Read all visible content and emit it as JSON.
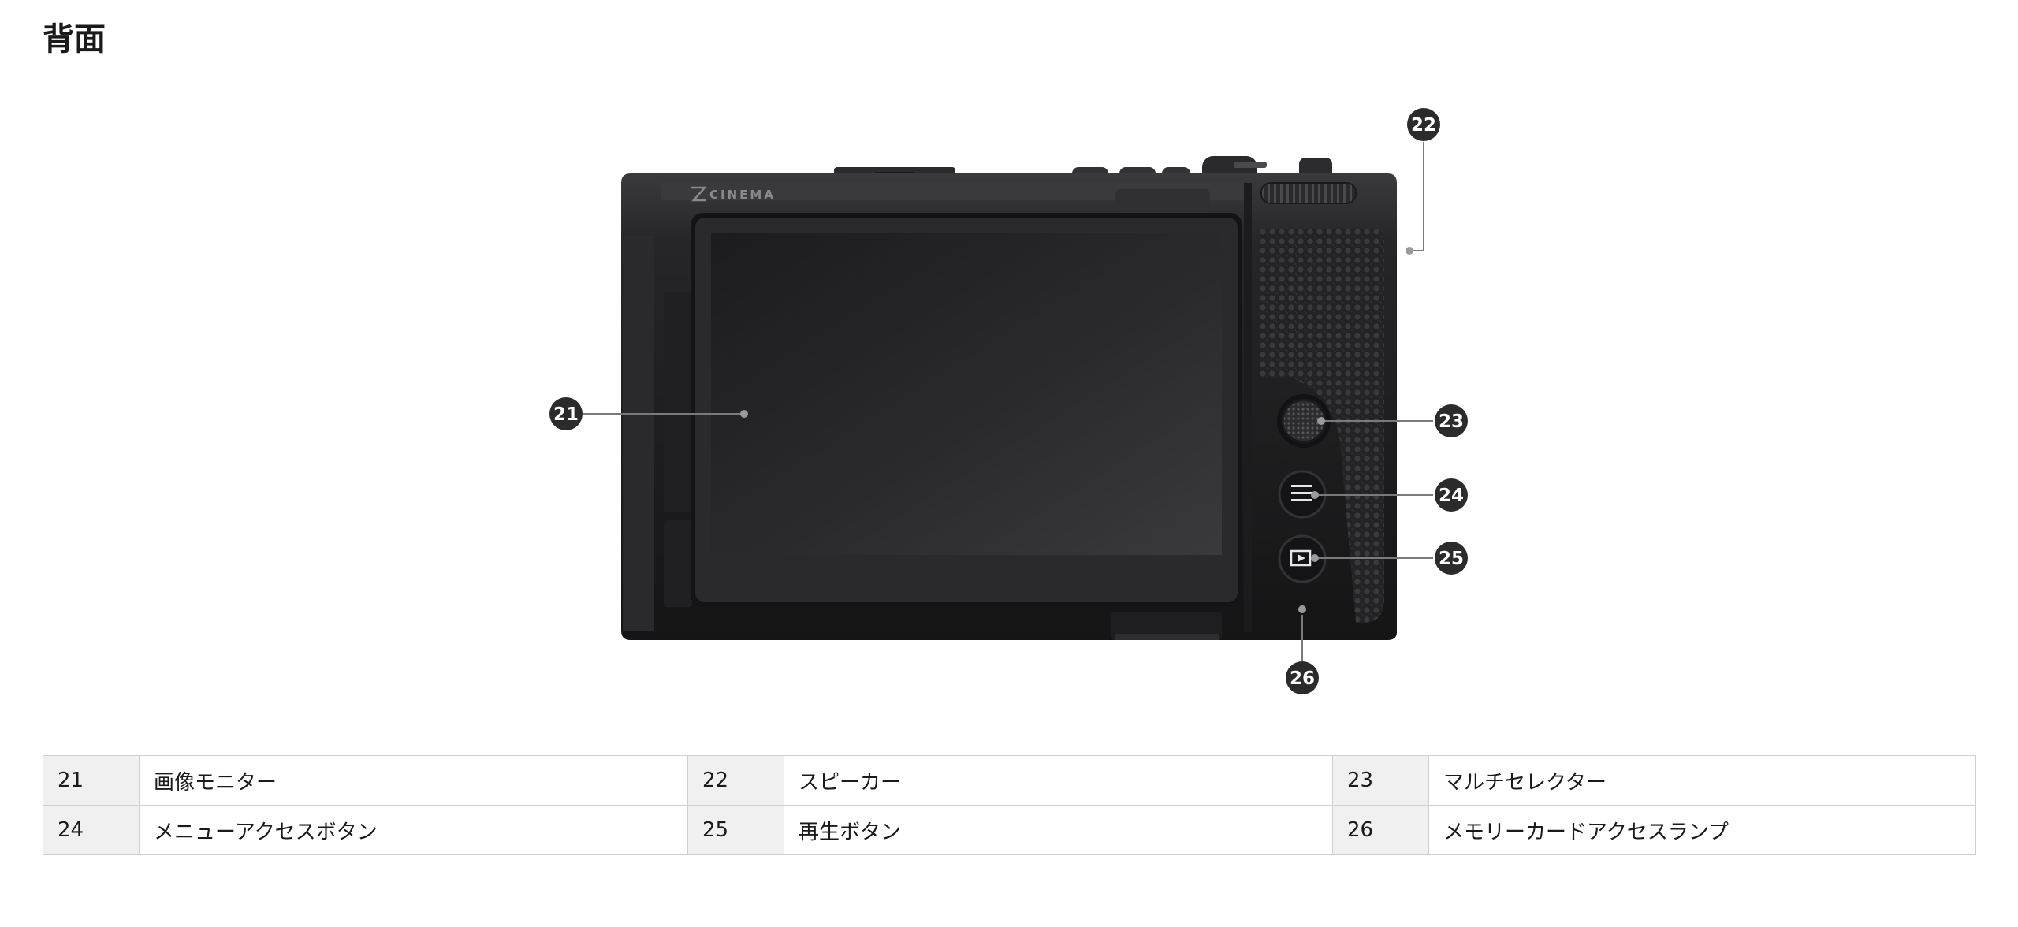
{
  "section": {
    "title": "背面"
  },
  "figure": {
    "brand_text": "CINEMA",
    "callouts": [
      "21",
      "22",
      "23",
      "24",
      "25",
      "26"
    ]
  },
  "parts": [
    {
      "num": "21",
      "label": "画像モニター"
    },
    {
      "num": "22",
      "label": "スピーカー"
    },
    {
      "num": "23",
      "label": "マルチセレクター"
    },
    {
      "num": "24",
      "label": "メニューアクセスボタン"
    },
    {
      "num": "25",
      "label": "再生ボタン"
    },
    {
      "num": "26",
      "label": "メモリーカードアクセスランプ"
    }
  ]
}
